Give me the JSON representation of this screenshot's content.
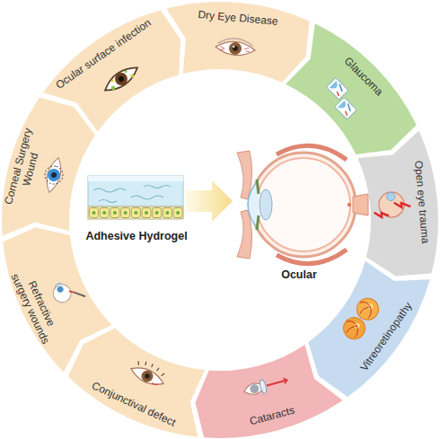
{
  "diagram": {
    "nodes": [
      {
        "text": [
          "Dry Eye Disease"
        ]
      },
      {
        "text": [
          "Glaucoma"
        ]
      },
      {
        "text": [
          "Open eye trauma"
        ]
      },
      {
        "text": [
          "Vitreoretinopathy"
        ]
      },
      {
        "text": [
          "Cataracts"
        ]
      },
      {
        "text": [
          "Conjunctival defect"
        ]
      },
      {
        "text": [
          "Refractive surgery wounds"
        ]
      },
      {
        "text": [
          "Corneal Surgery Wound"
        ]
      },
      {
        "text": [
          "Ocular surface infection"
        ]
      }
    ],
    "labels": [
      "Adhesive Hydrogel",
      "Ocular"
    ]
  }
}
